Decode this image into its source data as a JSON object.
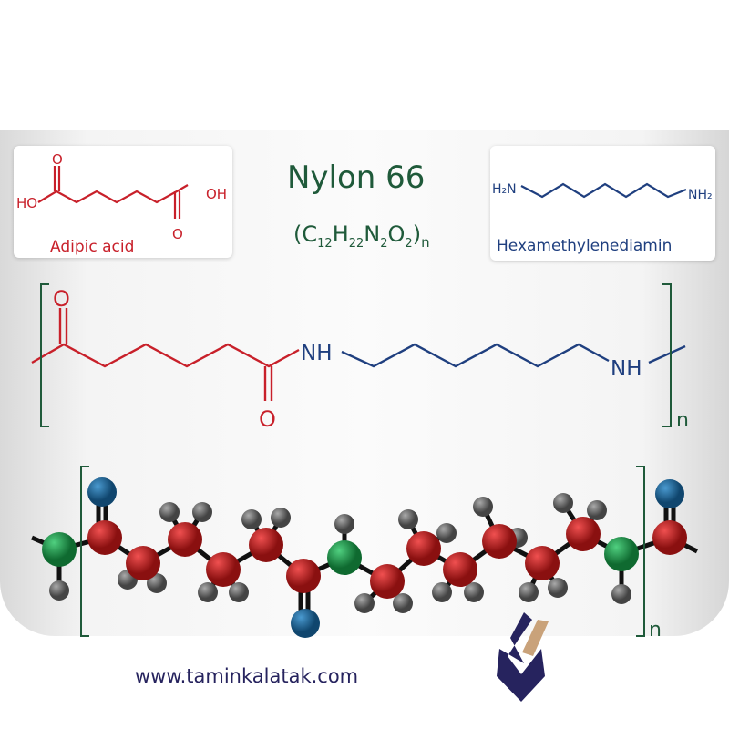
{
  "title": "Nylon 66",
  "formula": {
    "open": "(",
    "C": "C",
    "C_sub": "12",
    "H": "H",
    "H_sub": "22",
    "N": "N",
    "N_sub": "2",
    "O": "O",
    "O_sub": "2",
    "close": ")",
    "n": "n"
  },
  "adipic_acid": {
    "label": "Adipic acid",
    "oh_left": "HO",
    "oh_right": "OH",
    "o_top": "O",
    "o_bottom": "O"
  },
  "hexamethylenediamine": {
    "label": "Hexamethylenediamin",
    "left_group": "H₂N",
    "right_group": "NH₂"
  },
  "polymer_structure": {
    "o_top": "O",
    "o_bottom": "O",
    "nh_1": "NH",
    "nh_2": "NH",
    "repeat": "n"
  },
  "ball_stick": {
    "repeat": "n"
  },
  "colors": {
    "acid": "#c8202a",
    "amine": "#1f3f7f",
    "title": "#1f5a3a",
    "carbon": "#b71c1c",
    "nitrogen": "#1e9a4a",
    "oxygen": "#1e6aa0",
    "hydrogen": "#6d6d6d"
  },
  "footer": {
    "url": "www.taminkalatak.com"
  }
}
